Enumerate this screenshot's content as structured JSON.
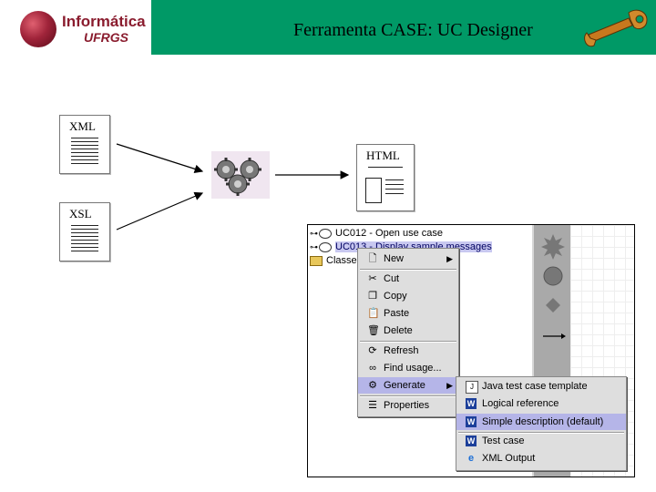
{
  "header": {
    "title": "Ferramenta CASE: UC Designer",
    "logo_line1": "Informática",
    "logo_line2": "UFRGS",
    "band_color": "#009966"
  },
  "diagram": {
    "input_xml_label": "XML",
    "input_xsl_label": "XSL",
    "output_label": "HTML",
    "processor_icon": "gears-icon"
  },
  "screenshot": {
    "tree": [
      {
        "label": "UC012 - Open use case"
      },
      {
        "label": "UC013 - Display sample messages",
        "selected": true
      },
      {
        "label": "Classes"
      }
    ],
    "context_menu": [
      {
        "icon": "new-icon",
        "label": "New",
        "submenu": true
      },
      {
        "icon": "cut-icon",
        "label": "Cut"
      },
      {
        "icon": "copy-icon",
        "label": "Copy"
      },
      {
        "icon": "paste-icon",
        "label": "Paste"
      },
      {
        "icon": "delete-icon",
        "label": "Delete"
      },
      {
        "icon": "refresh-icon",
        "label": "Refresh"
      },
      {
        "icon": "binoculars-icon",
        "label": "Find usage..."
      },
      {
        "icon": "generate-icon",
        "label": "Generate",
        "submenu": true,
        "highlighted": true
      },
      {
        "icon": "properties-icon",
        "label": "Properties"
      }
    ],
    "generate_submenu": [
      {
        "icon": "java-file-icon",
        "label": "Java test case template"
      },
      {
        "icon": "word-icon",
        "label": "Logical reference"
      },
      {
        "icon": "word-icon",
        "label": "Simple description (default)",
        "highlighted": true
      },
      {
        "icon": "word-icon",
        "label": "Test case"
      },
      {
        "icon": "ie-icon",
        "label": "XML Output"
      }
    ]
  }
}
